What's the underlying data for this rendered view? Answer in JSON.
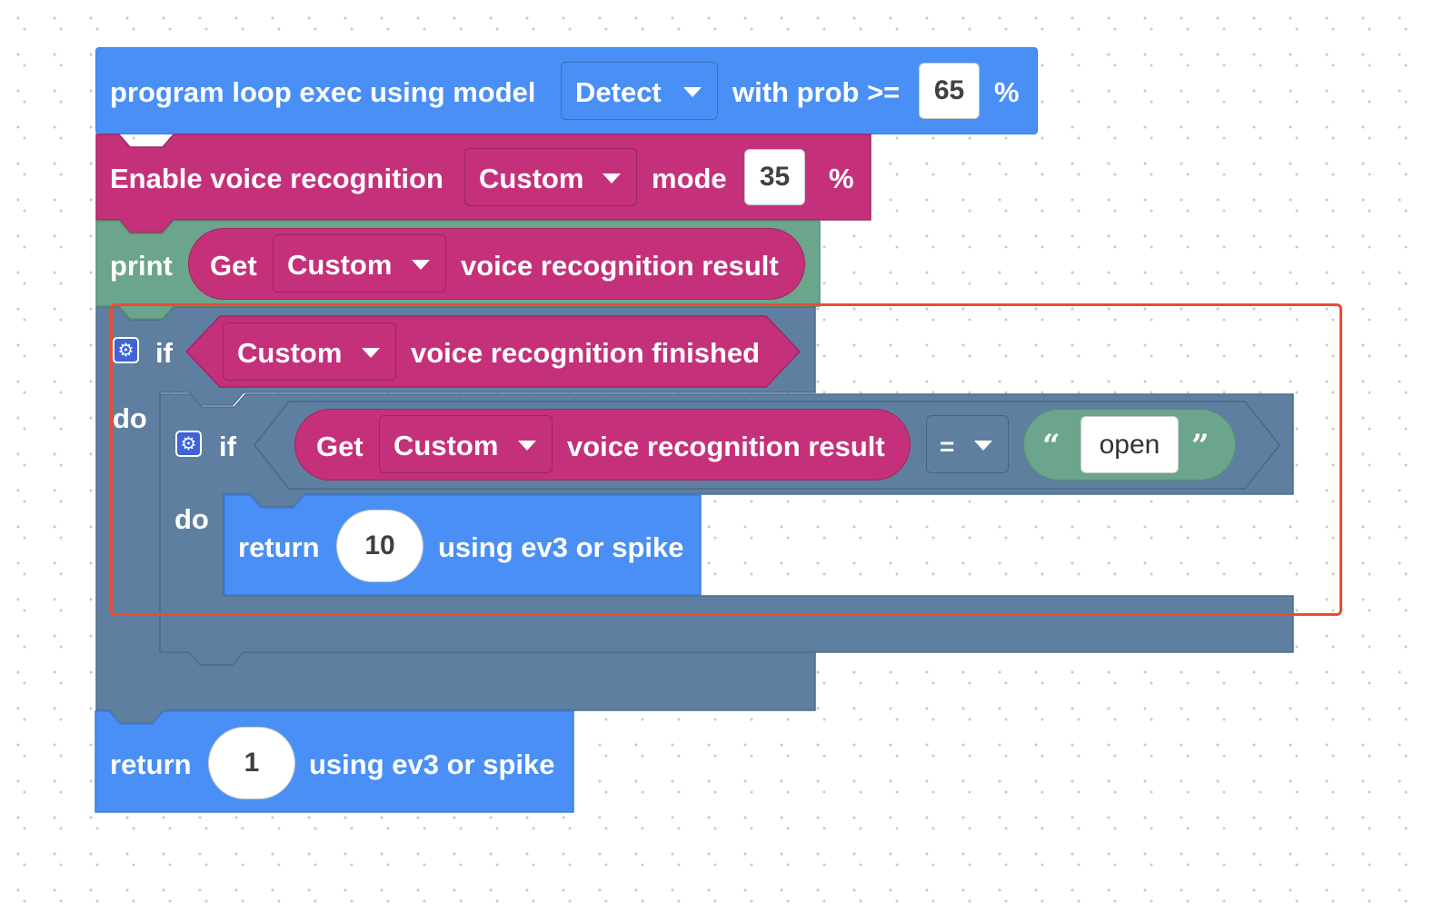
{
  "blocks": {
    "program_loop": {
      "label": "program loop exec using model",
      "model_value": "Detect",
      "prob_label": "with prob >=",
      "prob_value": "65",
      "percent": "%"
    },
    "enable_voice": {
      "label": "Enable voice recognition",
      "mode_value": "Custom",
      "mode_label": "mode",
      "mode_number": "35",
      "percent": "%"
    },
    "print": {
      "label": "print",
      "get_label": "Get",
      "source_value": "Custom",
      "result_label": "voice recognition result"
    },
    "outer_if": {
      "if_label": "if",
      "source_value": "Custom",
      "condition_label": "voice recognition finished",
      "do_label": "do"
    },
    "inner_if": {
      "if_label": "if",
      "get_label": "Get",
      "source_value": "Custom",
      "result_label": "voice recognition result",
      "operator": "=",
      "open_quote": "“",
      "string_value": "open",
      "close_quote": "”",
      "do_label": "do"
    },
    "inner_return": {
      "label": "return",
      "value": "10",
      "suffix": "using ev3 or spike"
    },
    "final_return": {
      "label": "return",
      "value": "1",
      "suffix": "using ev3 or spike"
    }
  },
  "icons": {
    "gear": "gear-icon",
    "dropdown": "chevron-down-icon"
  },
  "colors": {
    "motion_blue": "#4a8ff5",
    "voice_magenta": "#c5307b",
    "print_green": "#6ba58b",
    "control_slate": "#5f7fa1",
    "gear_blue": "#3f63d9",
    "highlight_red": "#ef4a2e"
  }
}
